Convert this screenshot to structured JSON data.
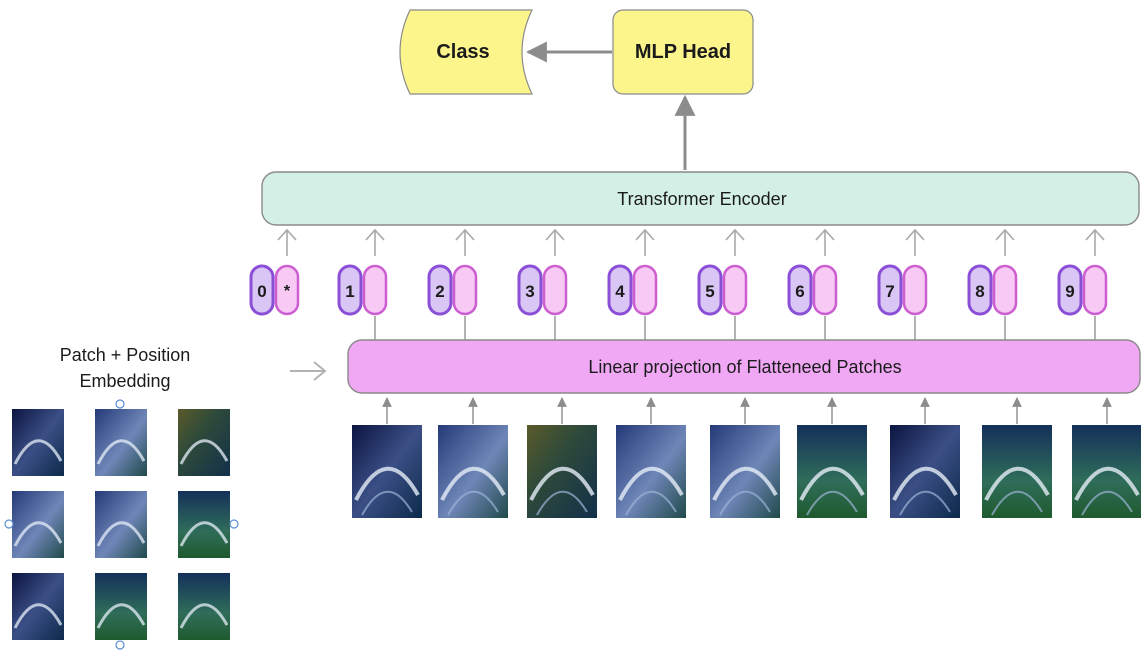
{
  "title_nodes": {
    "class_label": "Class",
    "mlp_head_label": "MLP Head",
    "encoder_label": "Transformer Encoder",
    "projection_label": "Linear projection of Flatteneed Patches",
    "embedding_caption_line1": "Patch + Position",
    "embedding_caption_line2": "Embedding"
  },
  "tokens": [
    {
      "position": "0",
      "patch": "*"
    },
    {
      "position": "1",
      "patch": ""
    },
    {
      "position": "2",
      "patch": ""
    },
    {
      "position": "3",
      "patch": ""
    },
    {
      "position": "4",
      "patch": ""
    },
    {
      "position": "5",
      "patch": ""
    },
    {
      "position": "6",
      "patch": ""
    },
    {
      "position": "7",
      "patch": ""
    },
    {
      "position": "8",
      "patch": ""
    },
    {
      "position": "9",
      "patch": ""
    }
  ],
  "colors": {
    "class_fill": "#fbf58c",
    "mlp_fill": "#fbf58c",
    "encoder_fill": "#d3efe6",
    "projection_fill": "#f0a8f5",
    "position_fill": "#d9c6f5",
    "position_stroke": "#8a4fd6",
    "patch_fill": "#f7c9f4",
    "patch_stroke": "#cc5ed0",
    "arrow": "#8c8c8c"
  },
  "patch_grid": {
    "rows": 3,
    "cols": 3
  },
  "patch_strip_count": 9
}
